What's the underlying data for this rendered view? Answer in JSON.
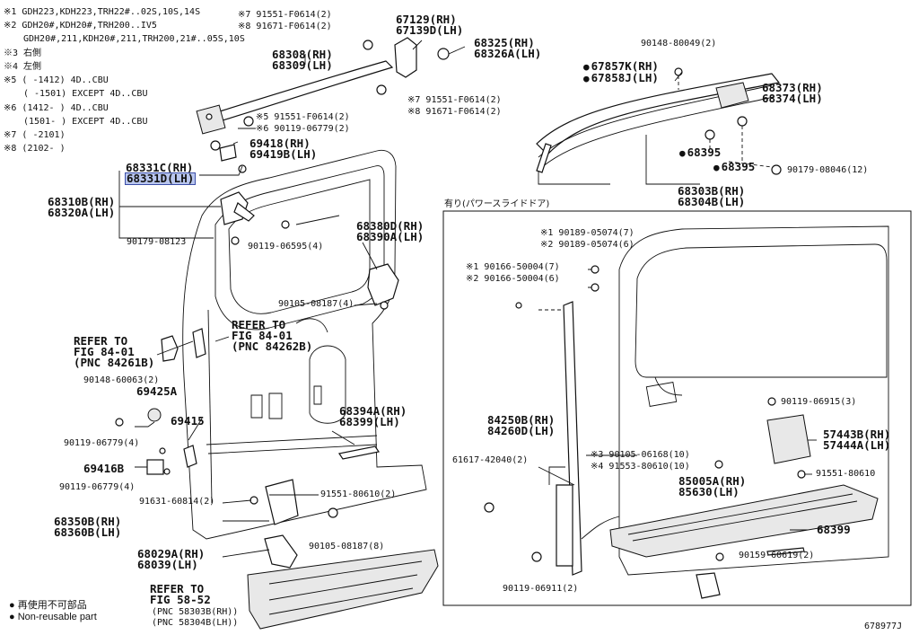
{
  "notes": [
    "※1 GDH223,KDH223,TRH22#..02S,10S,14S",
    "※2 GDH20#,KDH20#,TRH200..IV5",
    "GDH20#,211,KDH20#,211,TRH200,21#..05S,10S",
    "※3 右側",
    "※4 左側",
    "※5 (      -1412) 4D..CBU",
    "(      -1501) EXCEPT 4D..CBU",
    "※6 (1412-      ) 4D..CBU",
    "(1501-      ) EXCEPT 4D..CBU",
    "※7 (      -2101)",
    "※8 (2102-      )"
  ],
  "labels": {
    "p_91551_f0614_7": "※7 91551-F0614(2)",
    "p_91671_f0614_8": "※8 91671-F0614(2)",
    "p_67129": "67129(RH)",
    "p_67139d": "67139D(LH)",
    "p_68325": "68325(RH)",
    "p_68326a": "68326A(LH)",
    "p_68308": "68308(RH)",
    "p_68309": "68309(LH)",
    "p_91551_f0614_7b": "※7 91551-F0614(2)",
    "p_91671_f0614_8b": "※8 91671-F0614(2)",
    "p_91551_f0614_5": "※5 91551-F0614(2)",
    "p_90119_06779_6": "※6 90119-06779(2)",
    "p_69418": "69418(RH)",
    "p_69419b": "69419B(LH)",
    "p_68331c": "68331C(RH)",
    "p_68331d": "68331D(LH)",
    "p_68310b": "68310B(RH)",
    "p_68320a": "68320A(LH)",
    "p_90179_08123": "90179-08123",
    "p_90119_06595": "90119-06595(4)",
    "p_68380d": "68380D(RH)",
    "p_68390a": "68390A(LH)",
    "p_90105_08187_4": "90105-08187(4)",
    "p_refer_84262b_1": "REFER TO",
    "p_refer_84262b_2": "FIG 84-01",
    "p_refer_84262b_3": "(PNC 84262B)",
    "p_refer_84261b_1": "REFER TO",
    "p_refer_84261b_2": "FIG 84-01",
    "p_refer_84261b_3": "(PNC 84261B)",
    "p_90148_60063": "90148-60063(2)",
    "p_69425a": "69425A",
    "p_69415": "69415",
    "p_90119_06779_4a": "90119-06779(4)",
    "p_69416b": "69416B",
    "p_90119_06779_4b": "90119-06779(4)",
    "p_68394a": "68394A(RH)",
    "p_68399lh": "68399(LH)",
    "p_91631_60814": "91631-60814(2)",
    "p_91551_80610_2": "91551-80610(2)",
    "p_68350b": "68350B(RH)",
    "p_68360b": "68360B(LH)",
    "p_90105_08187_8": "90105-08187(8)",
    "p_68029a": "68029A(RH)",
    "p_68039": "68039(LH)",
    "p_refer_58_1": "REFER TO",
    "p_refer_58_2": "FIG 58-52",
    "p_refer_58_3": "(PNC 58303B(RH))",
    "p_refer_58_4": "(PNC 58304B(LH))",
    "p_90148_80049": "90148-80049(2)",
    "p_67857k": "67857K(RH)",
    "p_67858j": "67858J(LH)",
    "p_68373": "68373(RH)",
    "p_68374": "68374(LH)",
    "p_68395a": "68395",
    "p_68395b": "68395",
    "p_90179_08046": "90179-08046(12)",
    "p_68303b": "68303B(RH)",
    "p_68304b": "68304B(LH)",
    "inset_title": "有り(パワースライドドア)",
    "p_90189_05074_7": "※1 90189-05074(7)",
    "p_90189_05074_6": "※2 90189-05074(6)",
    "p_90166_50004_7": "※1 90166-50004(7)",
    "p_90166_50004_6": "※2 90166-50004(6)",
    "p_90119_06915": "90119-06915(3)",
    "p_57443b": "57443B(RH)",
    "p_57444a": "57444A(LH)",
    "p_84250b": "84250B(RH)",
    "p_84260d": "84260D(LH)",
    "p_90105_06168": "※3 90105-06168(10)",
    "p_91553_80610": "※4 91553-80610(10)",
    "p_91551_80610": "91551-80610",
    "p_61617_42040": "61617-42040(2)",
    "p_85005a": "85005A(RH)",
    "p_85630": "85630(LH)",
    "p_68399": "68399",
    "p_90159_60619": "90159-60619(2)",
    "p_90119_06911": "90119-06911(2)",
    "fig_id": "678977J"
  },
  "legend": {
    "jp": "再使用不可部品",
    "en": "Non-reusable part"
  },
  "highlighted_part": "68331D(LH)"
}
